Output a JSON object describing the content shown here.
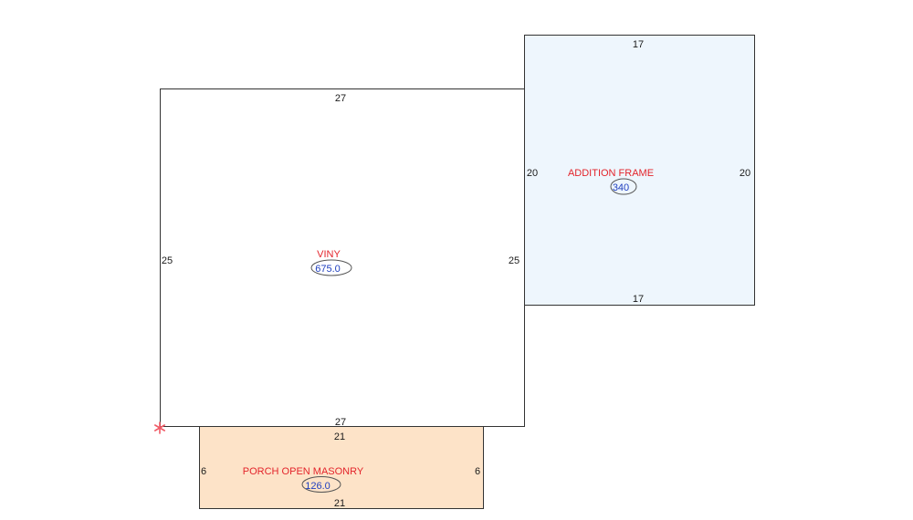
{
  "sections": {
    "main": {
      "label": "VINY",
      "area": "675.0",
      "top": "27",
      "bottom": "27",
      "left": "25",
      "right": "25",
      "fill": "#ffffff"
    },
    "addition": {
      "label": "ADDITION FRAME",
      "area": "340",
      "top": "17",
      "bottom": "17",
      "left": "20",
      "right": "20",
      "fill": "#eef6fd"
    },
    "porch": {
      "label": "PORCH OPEN MASONRY",
      "area": "126.0",
      "top": "21",
      "bottom": "21",
      "left": "6",
      "right": "6",
      "fill": "#fde3c8"
    }
  },
  "colors": {
    "outline": "#333333",
    "label": "#e3242b",
    "area_value": "#1f3fbf",
    "start_marker": "#f05a66"
  },
  "icons": {
    "start_marker": "asterisk-icon"
  }
}
